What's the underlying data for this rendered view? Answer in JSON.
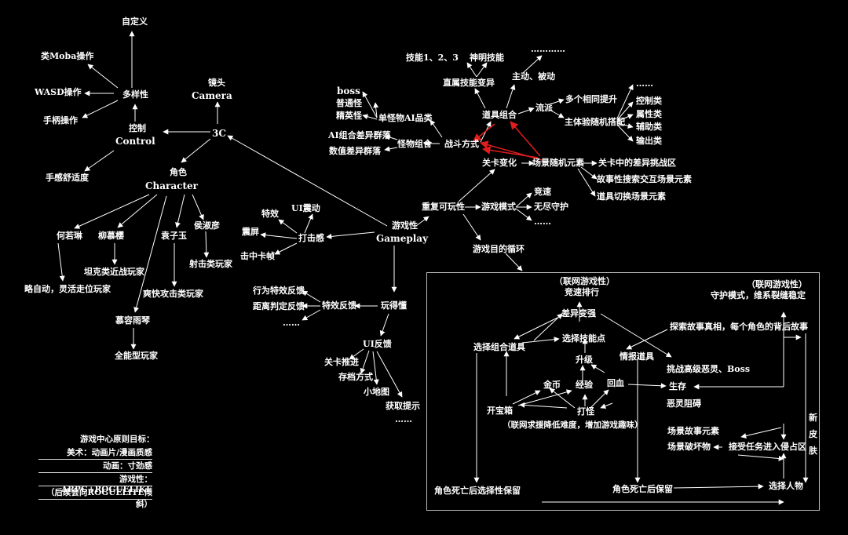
{
  "colors": {
    "background": "#000000",
    "foreground": "#ffffff",
    "highlight": "#e11d1d",
    "frame": "#bbbbbb"
  },
  "root": {
    "label": "3C"
  },
  "camera": {
    "zh": "镜头",
    "en": "Camera"
  },
  "control": {
    "zh": "控制",
    "en": "Control",
    "diversity": "多样性",
    "options": [
      "自定义",
      "类Moba操作",
      "WASD操作",
      "手柄操作"
    ],
    "comfort": "手感舒适度"
  },
  "character": {
    "zh": "角色",
    "en": "Character",
    "roles": [
      {
        "name": "何若琳",
        "type": "略自动，灵活走位玩家"
      },
      {
        "name": "柳慕樱",
        "type": "坦克类近战玩家"
      },
      {
        "name": "袁子玉",
        "type": "爽快攻击类玩家"
      },
      {
        "name": "侯淑彦",
        "type": "射击类玩家"
      },
      {
        "name": "慕容雨琴",
        "type": "全能型玩家"
      }
    ]
  },
  "gameplay": {
    "zh": "游戏性",
    "en": "Gameplay"
  },
  "hit": {
    "label": "打击感",
    "items": [
      "特效",
      "UI震动",
      "震屏",
      "击中卡帧"
    ]
  },
  "readability": {
    "label": "玩得懂",
    "feedback": {
      "label": "特效反馈",
      "items": [
        "行为特效反馈",
        "距离判定反馈",
        "……"
      ]
    },
    "ui": {
      "label": "UI反馈",
      "items": [
        "关卡推进",
        "存档方式",
        "小地图",
        "获取提示",
        "……"
      ]
    }
  },
  "replay": {
    "label": "重复可玩性",
    "modes": {
      "label": "游戏模式",
      "items": [
        "竞速",
        "无尽守护",
        "……"
      ]
    },
    "loop": "游戏目的循环",
    "level_change": "关卡变化",
    "scene_random": {
      "label": "场景随机元素",
      "items": [
        "关卡中的差异挑战区",
        "故事性搜索交互场景元素",
        "道具切换场景元素"
      ]
    },
    "combat": {
      "label": "战斗方式"
    },
    "monster": {
      "label": "怪物组合",
      "items": [
        "AI组合差异群落",
        "数值差异群落"
      ]
    },
    "single_ai": {
      "label": "单怪物AI品类",
      "items": [
        "boss",
        "普通怪",
        "精英怪"
      ]
    },
    "items_combo": {
      "label": "道具组合",
      "direct": "直属技能变异",
      "skills": [
        "技能1、2、3",
        "神明技能"
      ],
      "active": "主动、被动",
      "dots": "…………",
      "school": "流派",
      "same_up": "多个相同提升",
      "main_random": "主体验随机搭配",
      "attrs": [
        "……",
        "控制类",
        "属性类",
        "辅助类",
        "输出类"
      ]
    }
  },
  "loop_chart": {
    "online_race": {
      "tag": "（联网游戏性）",
      "label": "竞速排行"
    },
    "online_guard": {
      "tag": "（联网游戏性）",
      "label": "守护模式，维系裂缝稳定"
    },
    "diff": "差异变强",
    "choose_item": "选择组合道具",
    "choose_skill": "选择技能点",
    "story": "探索故事真相，每个角色的背后故事",
    "info_item": "情报道具",
    "challenge": "挑战高级恶灵、Boss",
    "upgrade": "升级",
    "gold": "金币",
    "exp": "经验",
    "heal": "回血",
    "survive": "生存",
    "chest": "开宝箱",
    "fight": "打怪",
    "evil": "恶灵阻碍",
    "online_note": "（联网求援降低难度，增加游戏趣味）",
    "scene_story": "场景故事元素",
    "scene_break": "场景破坏物",
    "task": "接受任务进入侵占区",
    "new_skin": "新皮肤",
    "death_keep1": "角色死亡后选择性保留",
    "death_keep2": "角色死亡后保留",
    "choose_char": "选择人物"
  },
  "principles": {
    "title": "游戏中心原则目标：",
    "art": "美术：动画片/漫画质感",
    "anim": "动画：寸劲感",
    "gameplay": "游戏性：ARPG+ROGUELIKE",
    "later": "（后续会向ROGUELITE倾斜）"
  }
}
